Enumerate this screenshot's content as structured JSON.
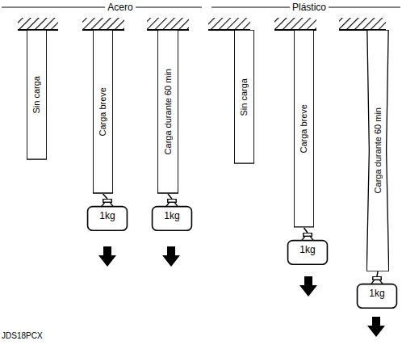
{
  "diagram": {
    "nodes": [
      {
        "text": [
          "Sin carga"
        ]
      },
      {
        "text": [
          "Carga breve"
        ]
      },
      {
        "text": [
          "1kg"
        ]
      },
      {
        "text": [
          "Carga durante 60 min"
        ]
      },
      {
        "text": [
          "1kg"
        ]
      },
      {
        "text": [
          "Sin carga"
        ]
      },
      {
        "text": [
          "Carga breve"
        ]
      },
      {
        "text": [
          "1kg"
        ]
      },
      {
        "text": [
          "Carga durante 60 min"
        ]
      },
      {
        "text": [
          "1kg"
        ]
      }
    ],
    "edges": [
      {
        "from": 1,
        "to": 2,
        "arrow": "none"
      },
      {
        "from": 3,
        "to": 4,
        "arrow": "none"
      },
      {
        "from": 6,
        "to": 7,
        "arrow": "none"
      },
      {
        "from": 8,
        "to": 9,
        "arrow": "none"
      }
    ],
    "labels": [
      "Acero",
      "Plástico",
      "JDS18PCX"
    ]
  }
}
